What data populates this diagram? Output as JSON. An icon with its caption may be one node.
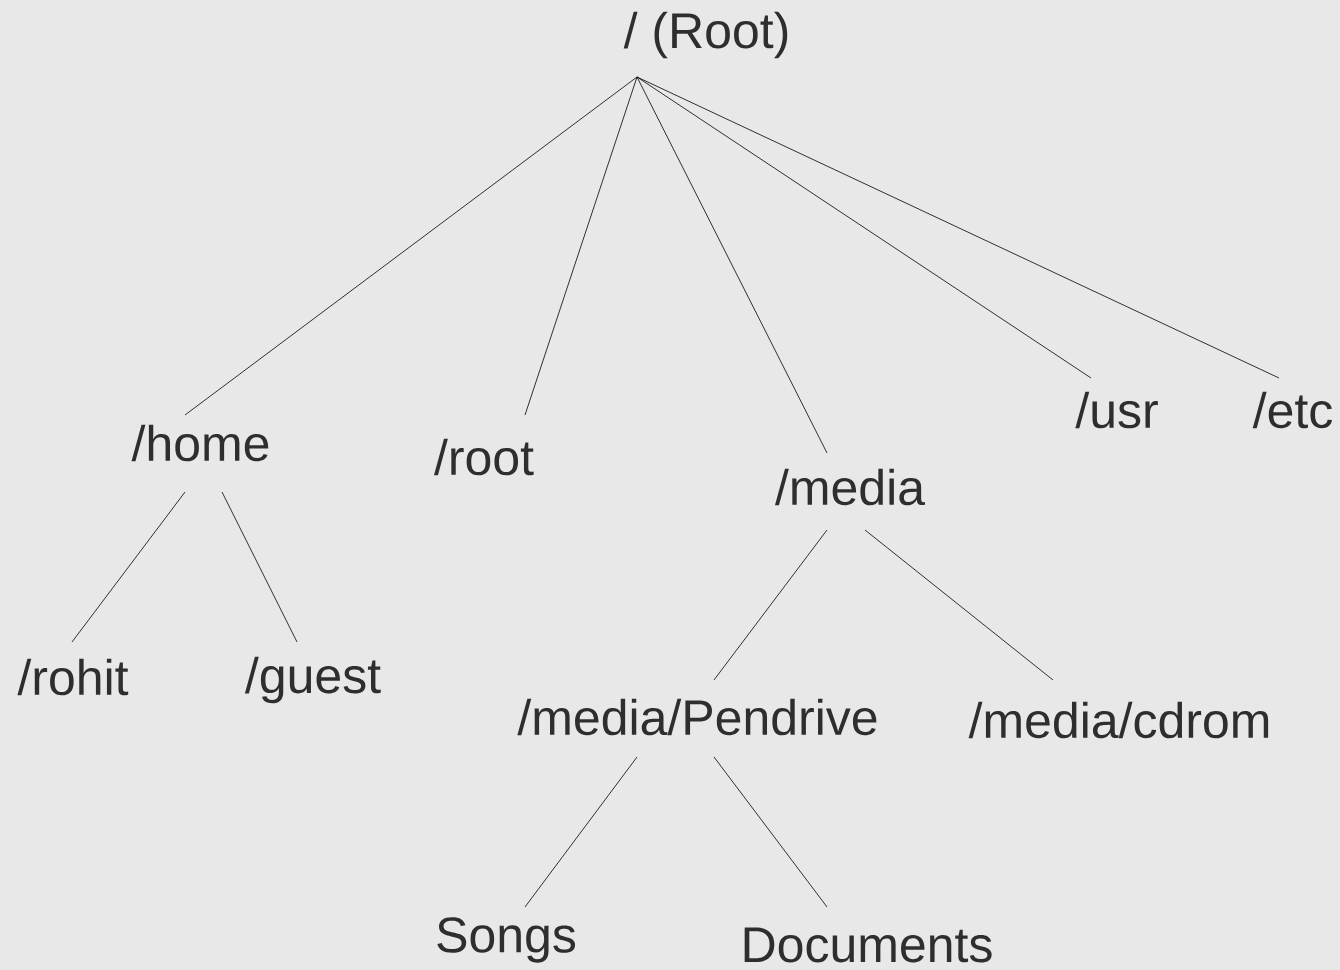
{
  "diagram": {
    "nodes": [
      {
        "text": [
          "/ (Root)"
        ]
      },
      {
        "text": [
          "/home"
        ]
      },
      {
        "text": [
          "/root"
        ]
      },
      {
        "text": [
          "/media"
        ]
      },
      {
        "text": [
          "/usr"
        ]
      },
      {
        "text": [
          "/etc"
        ]
      },
      {
        "text": [
          "/rohit"
        ]
      },
      {
        "text": [
          "/guest"
        ]
      },
      {
        "text": [
          "/media/Pendrive"
        ]
      },
      {
        "text": [
          "/media/cdrom"
        ]
      },
      {
        "text": [
          "Songs"
        ]
      },
      {
        "text": [
          "Documents"
        ]
      }
    ],
    "edges": [
      {
        "from": 0,
        "to": 1,
        "arrow": "none"
      },
      {
        "from": 0,
        "to": 2,
        "arrow": "none"
      },
      {
        "from": 0,
        "to": 3,
        "arrow": "none"
      },
      {
        "from": 0,
        "to": 4,
        "arrow": "none"
      },
      {
        "from": 0,
        "to": 5,
        "arrow": "none"
      },
      {
        "from": 1,
        "to": 6,
        "arrow": "none"
      },
      {
        "from": 1,
        "to": 7,
        "arrow": "none"
      },
      {
        "from": 3,
        "to": 8,
        "arrow": "none"
      },
      {
        "from": 3,
        "to": 9,
        "arrow": "none"
      },
      {
        "from": 8,
        "to": 10,
        "arrow": "none"
      },
      {
        "from": 8,
        "to": 11,
        "arrow": "none"
      }
    ]
  }
}
